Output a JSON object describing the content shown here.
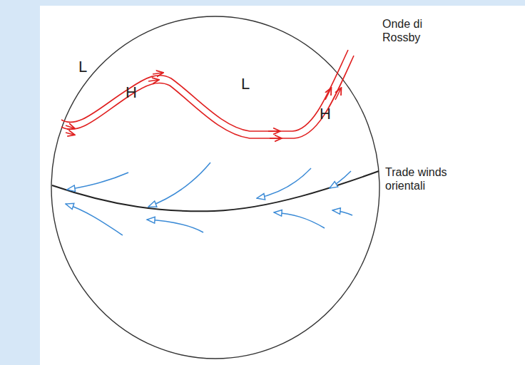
{
  "diagram": {
    "labels": [
      "Onde di Rossby",
      "L",
      "H",
      "L",
      "H",
      "Trade winds orientali"
    ]
  }
}
